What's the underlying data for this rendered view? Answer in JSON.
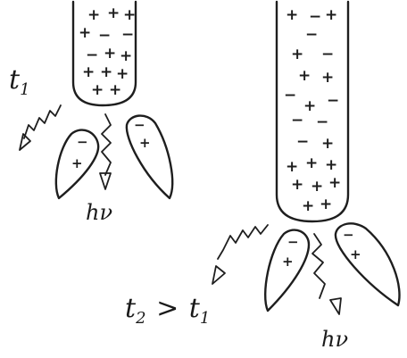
{
  "labels": {
    "t1_left": "t",
    "t1_left_sub": "1",
    "hv_left": "hν",
    "t2": "t",
    "t2_sub": "2",
    "gt": ">",
    "t1_right": "t",
    "t1_right_sub": "1",
    "hv_right": "hν"
  }
}
